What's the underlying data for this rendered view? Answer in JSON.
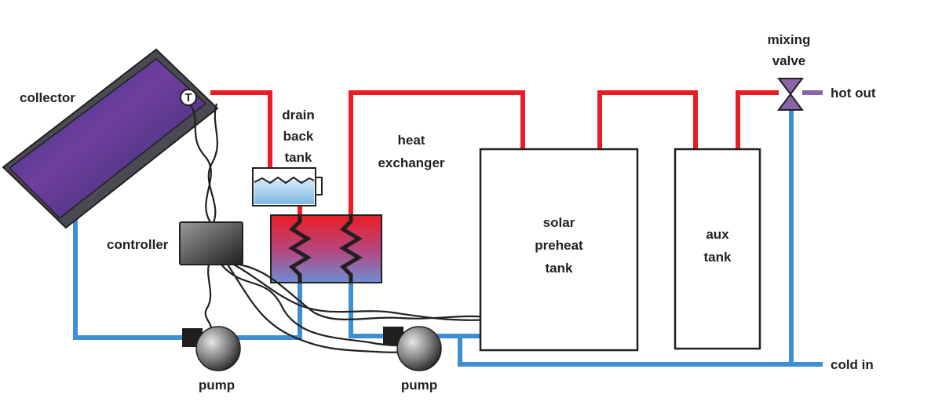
{
  "labels": {
    "collector": "collector",
    "drain_back": [
      "drain",
      "back",
      "tank"
    ],
    "heat_exchanger": [
      "heat",
      "exchanger"
    ],
    "controller": "controller",
    "pump_left": "pump",
    "pump_right": "pump",
    "solar_preheat": [
      "solar",
      "preheat",
      "tank"
    ],
    "aux_tank": [
      "aux",
      "tank"
    ],
    "mixing_valve": [
      "mixing",
      "valve"
    ],
    "hot_out": "hot out",
    "cold_in": "cold in",
    "sensor_symbol": "T"
  },
  "colors": {
    "hot_pipe": "#ed1c24",
    "cold_pipe": "#3d8fd1",
    "valve": "#8a63a8",
    "outline": "#231f20"
  }
}
